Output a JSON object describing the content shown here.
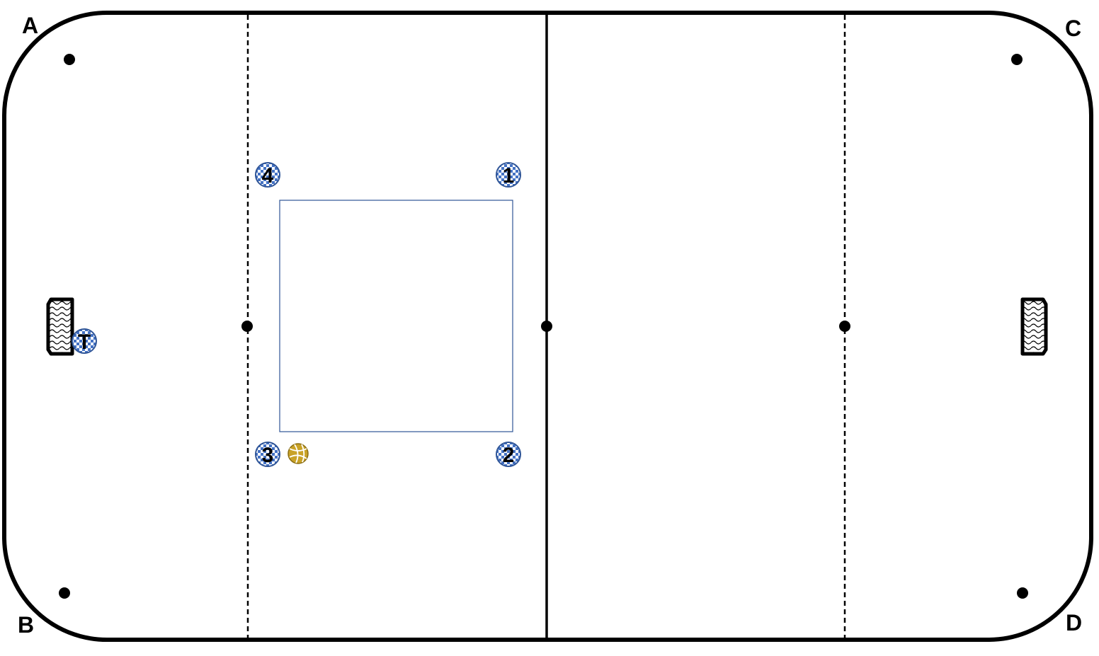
{
  "corners": {
    "top_left": "A",
    "bottom_left": "B",
    "top_right": "C",
    "bottom_right": "D"
  },
  "players": [
    {
      "id": "player-4",
      "label": "4"
    },
    {
      "id": "player-1",
      "label": "1"
    },
    {
      "id": "player-3",
      "label": "3"
    },
    {
      "id": "player-2",
      "label": "2"
    },
    {
      "id": "player-trainer",
      "label": "T"
    }
  ],
  "colors": {
    "line": "#000000",
    "player_check": "#4472c4",
    "square_outline": "#2f5597",
    "ball": "#c9a227"
  }
}
